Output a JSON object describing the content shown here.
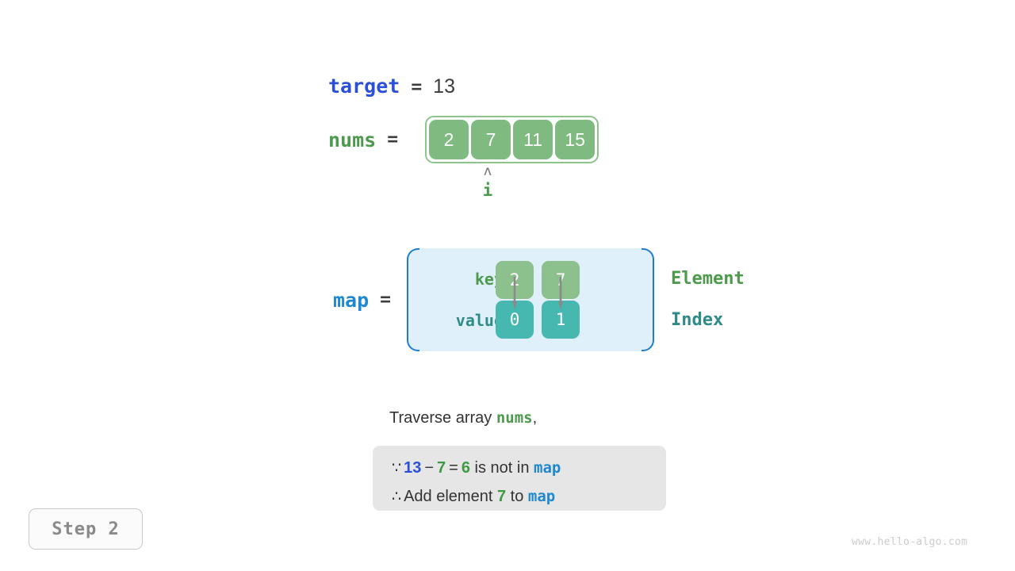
{
  "target": {
    "name": "target",
    "equals": "=",
    "value": "13"
  },
  "nums": {
    "name": "nums",
    "equals": "=",
    "cells": [
      "2",
      "7",
      "11",
      "15"
    ]
  },
  "pointer": {
    "caret": "ʌ",
    "label": "i"
  },
  "map": {
    "name": "map",
    "equals": "=",
    "row_labels": {
      "key": "key",
      "value": "value"
    },
    "columns": [
      {
        "key": "2",
        "value": "0"
      },
      {
        "key": "7",
        "value": "1"
      }
    ],
    "legend": {
      "element": "Element",
      "index": "Index"
    }
  },
  "caption": {
    "prefix": "Traverse array ",
    "keyword": "nums",
    "suffix": ","
  },
  "explanation": {
    "line1": {
      "symbol": "∵",
      "a": "13",
      "minus": "−",
      "b": "7",
      "eq": "=",
      "c": "6",
      "text": "is not in",
      "map": "map"
    },
    "line2": {
      "symbol": "∴",
      "text_before": "Add element",
      "value": "7",
      "text_mid": "to",
      "map": "map"
    }
  },
  "step_badge": "Step 2",
  "watermark": "www.hello-algo.com",
  "colors": {
    "target_blue": "#2b4fd8",
    "map_blue": "#1f88d0",
    "green": "#4c9a4c",
    "teal": "#2e8b88",
    "array_cell": "#7fba81",
    "key_cell": "#8cc08c",
    "value_cell": "#46b8b0",
    "map_bg": "#e0f0fb",
    "explain_bg": "#e6e6e6"
  }
}
